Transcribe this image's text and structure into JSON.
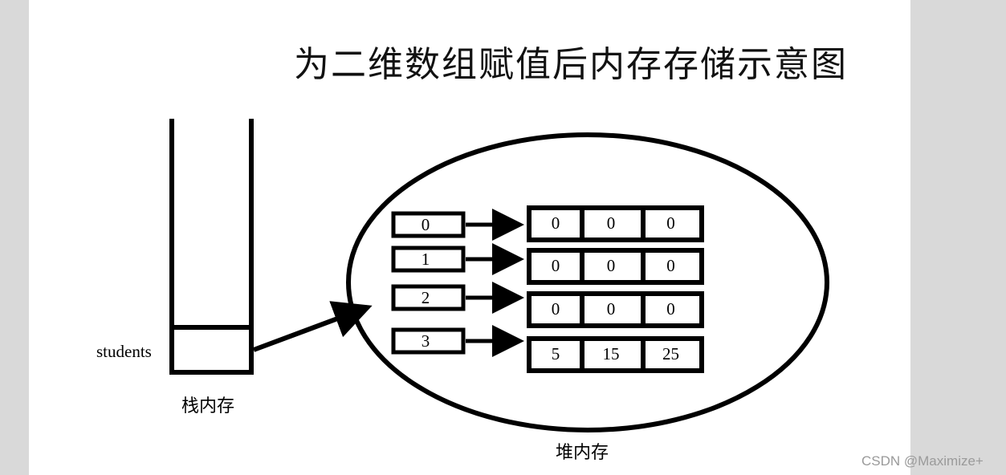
{
  "title": "为二维数组赋值后内存存储示意图",
  "stack": {
    "variable_label": "students",
    "area_label": "栈内存"
  },
  "heap": {
    "area_label": "堆内存",
    "index_cells": [
      "0",
      "1",
      "2",
      "3"
    ],
    "rows": [
      [
        "0",
        "0",
        "0"
      ],
      [
        "0",
        "0",
        "0"
      ],
      [
        "0",
        "0",
        "0"
      ],
      [
        "5",
        "15",
        "25"
      ]
    ]
  },
  "watermark": "CSDN @Maximize+"
}
